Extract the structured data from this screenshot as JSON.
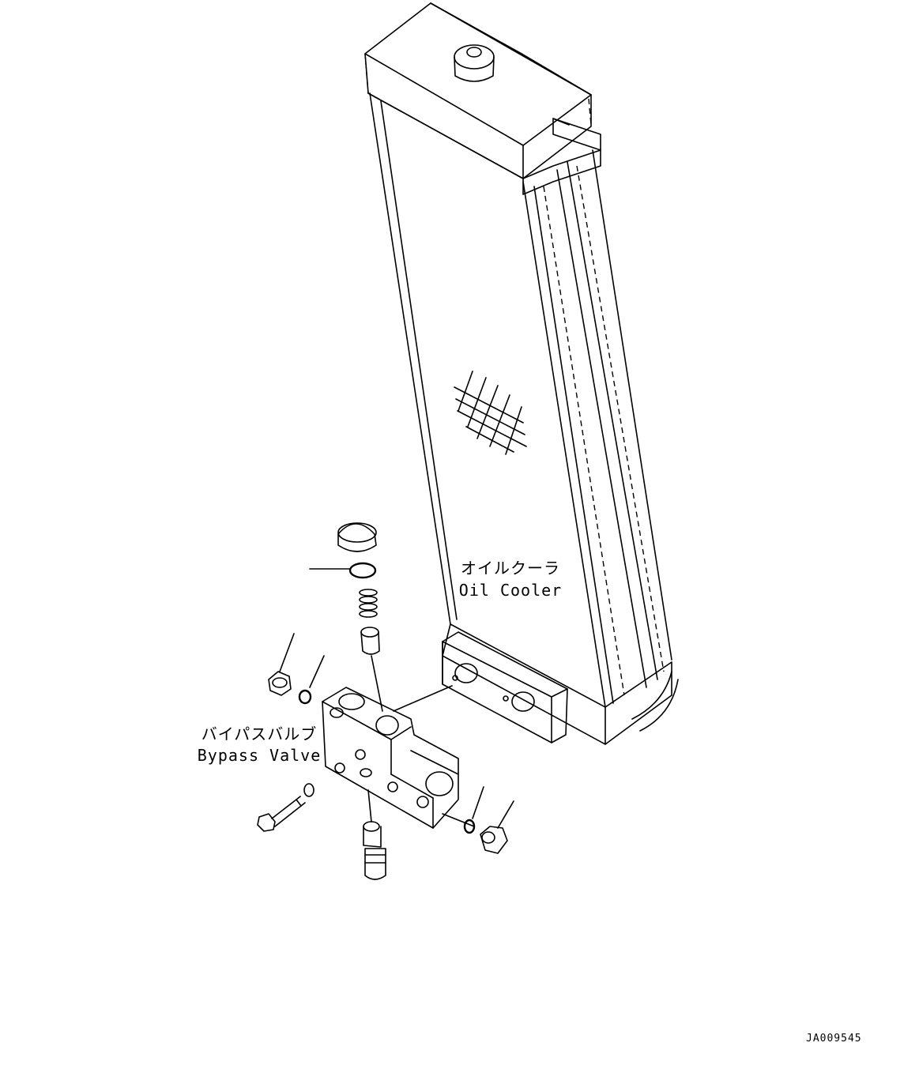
{
  "labels": {
    "oil_cooler_jp": "オイルクーラ",
    "oil_cooler_en": "Oil Cooler",
    "bypass_valve_jp": "バイパスバルブ",
    "bypass_valve_en": "Bypass Valve"
  },
  "drawing_code": "JA009545",
  "colors": {
    "line": "#000000",
    "background": "#ffffff"
  }
}
